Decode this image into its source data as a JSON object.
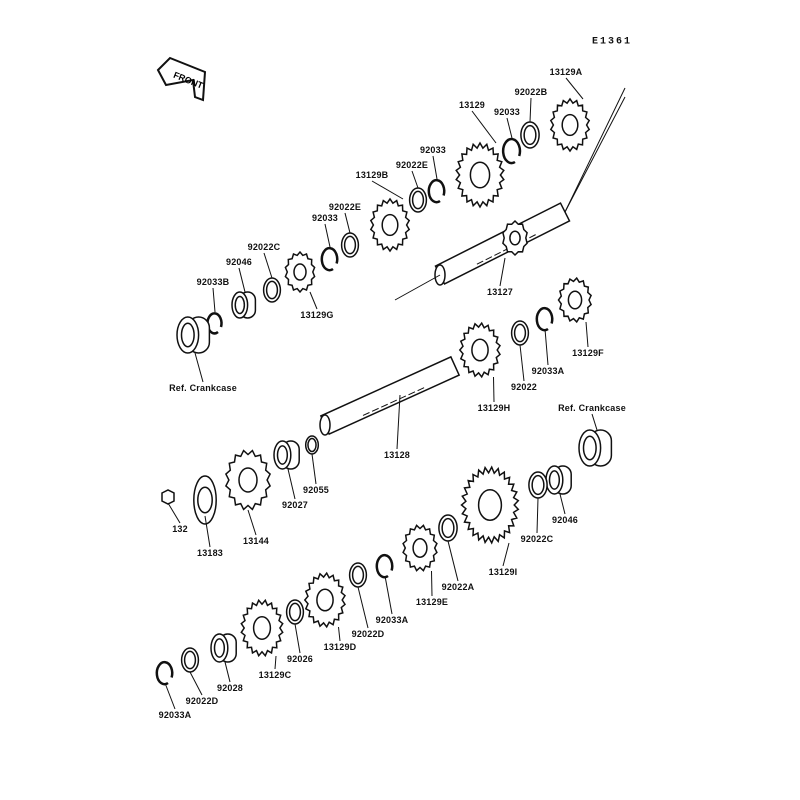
{
  "diagram_code": "E1361",
  "front_marker": "FRONT",
  "labels": {
    "p13129A": "13129A",
    "p92022B": "92022B",
    "p13129": "13129",
    "p92033_1": "92033",
    "p92033_2": "92033",
    "p92022E_1": "92022E",
    "p13129B": "13129B",
    "p92022E_2": "92022E",
    "p92033_3": "92033",
    "p92022C_1": "92022C",
    "p92046_1": "92046",
    "p92033B": "92033B",
    "p13129G": "13129G",
    "p13127": "13127",
    "refCrankcase_1": "Ref. Crankcase",
    "p13129F": "13129F",
    "p92033A_1": "92033A",
    "p92022": "92022",
    "p13129H": "13129H",
    "p13128": "13128",
    "refCrankcase_2": "Ref. Crankcase",
    "p92055": "92055",
    "p92027": "92027",
    "p13144": "13144",
    "p132": "132",
    "p13183": "13183",
    "p92046_2": "92046",
    "p92022C_2": "92022C",
    "p13129I": "13129I",
    "p92022A": "92022A",
    "p13129E": "13129E",
    "p92033A_2": "92033A",
    "p92022D_1": "92022D",
    "p13129D": "13129D",
    "p92026": "92026",
    "p13129C": "13129C",
    "p92028": "92028",
    "p92022D_2": "92022D",
    "p92033A_3": "92033A"
  }
}
